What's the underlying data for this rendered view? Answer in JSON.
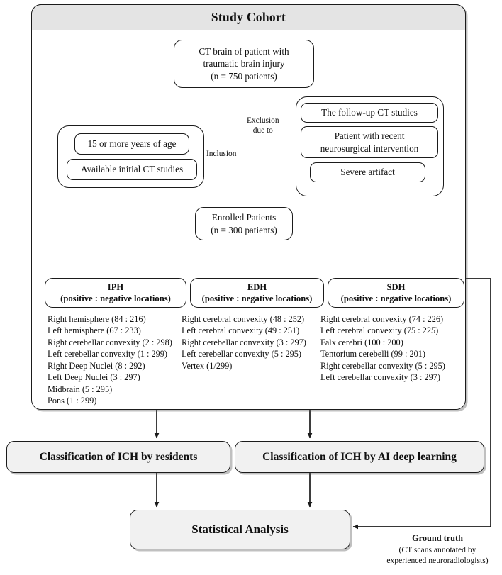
{
  "figure": {
    "title": "Study Cohort"
  },
  "source": {
    "line1": "CT brain of patient with",
    "line2": "traumatic brain injury",
    "line3": "(n = 750 patients)"
  },
  "inclusion": {
    "label": "Inclusion",
    "items": [
      "15 or more years of age",
      "Available initial CT studies"
    ]
  },
  "exclusion": {
    "label_line1": "Exclusion",
    "label_line2": "due to",
    "items": [
      "The follow-up CT studies",
      "Patient with recent",
      "neurosurgical intervention",
      "Severe artifact"
    ]
  },
  "enrolled": {
    "line1": "Enrolled Patients",
    "line2": "(n = 300 patients)"
  },
  "categories": [
    {
      "name": "IPH",
      "subtitle": "(positive : negative locations)",
      "rows": [
        "Right hemisphere   (84 : 216)",
        "Left hemisphere   (67 : 233)",
        "Right cerebellar convexity (2 : 298)",
        "Left cerebellar convexity (1 : 299)",
        "Right Deep Nuclei  (8 : 292)",
        "Left Deep Nuclei  (3 : 297)",
        "Midbrain   (5 : 295)",
        "Pons   (1 : 299)"
      ]
    },
    {
      "name": "EDH",
      "subtitle": "(positive : negative locations)",
      "rows": [
        "Right cerebral convexity (48 : 252)",
        "Left cerebral convexity (49 : 251)",
        "Right cerebellar convexity (3 : 297)",
        "Left cerebellar convexity (5 : 295)",
        "Vertex (1/299)"
      ]
    },
    {
      "name": "SDH",
      "subtitle": "(positive : negative locations)",
      "rows": [
        "Right cerebral convexity (74 : 226)",
        "Left cerebral convexity (75 : 225)",
        "Falx cerebri (100 : 200)",
        "Tentorium cerebelli (99 : 201)",
        "Right cerebellar convexity (5 : 295)",
        "Left cerebellar convexity (3 : 297)"
      ]
    }
  ],
  "results": {
    "classification_residents": "Classification of ICH by residents",
    "classification_ai": "Classification of ICH by AI deep learning",
    "statistical_analysis": "Statistical Analysis"
  },
  "ground_truth": {
    "title": "Ground truth",
    "line1": "(CT scans annotated by",
    "line2": "experienced neuroradiologists)"
  },
  "colors": {
    "stroke": "#1b1b1b",
    "header_fill": "#e4e4e4",
    "result_fill": "#f1f1f1",
    "page_background": "#ffffff"
  }
}
